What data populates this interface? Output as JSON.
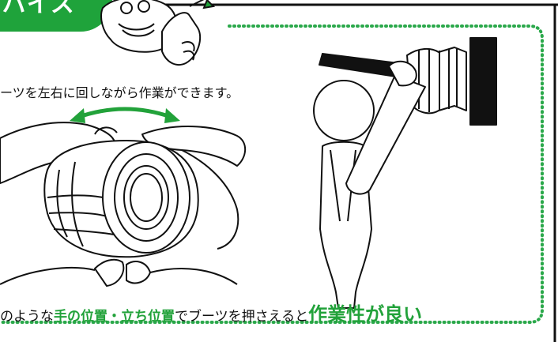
{
  "badge": {
    "label": "ーバイス"
  },
  "caption_top": "ーツを左右に回しながら作業ができます。",
  "caption_bottom": {
    "prefix": "のような",
    "highlight1": "手の位置・立ち位置",
    "middle": "でブーツを押さえると",
    "highlight2": "作業性が良い"
  },
  "colors": {
    "accent": "#22a23a",
    "border": "#111111",
    "dotted_frame": "#2aa84a"
  },
  "icons": [
    "mascot-character",
    "rotation-arrow",
    "hands-holding-boot",
    "joint-assembly-illustration"
  ]
}
